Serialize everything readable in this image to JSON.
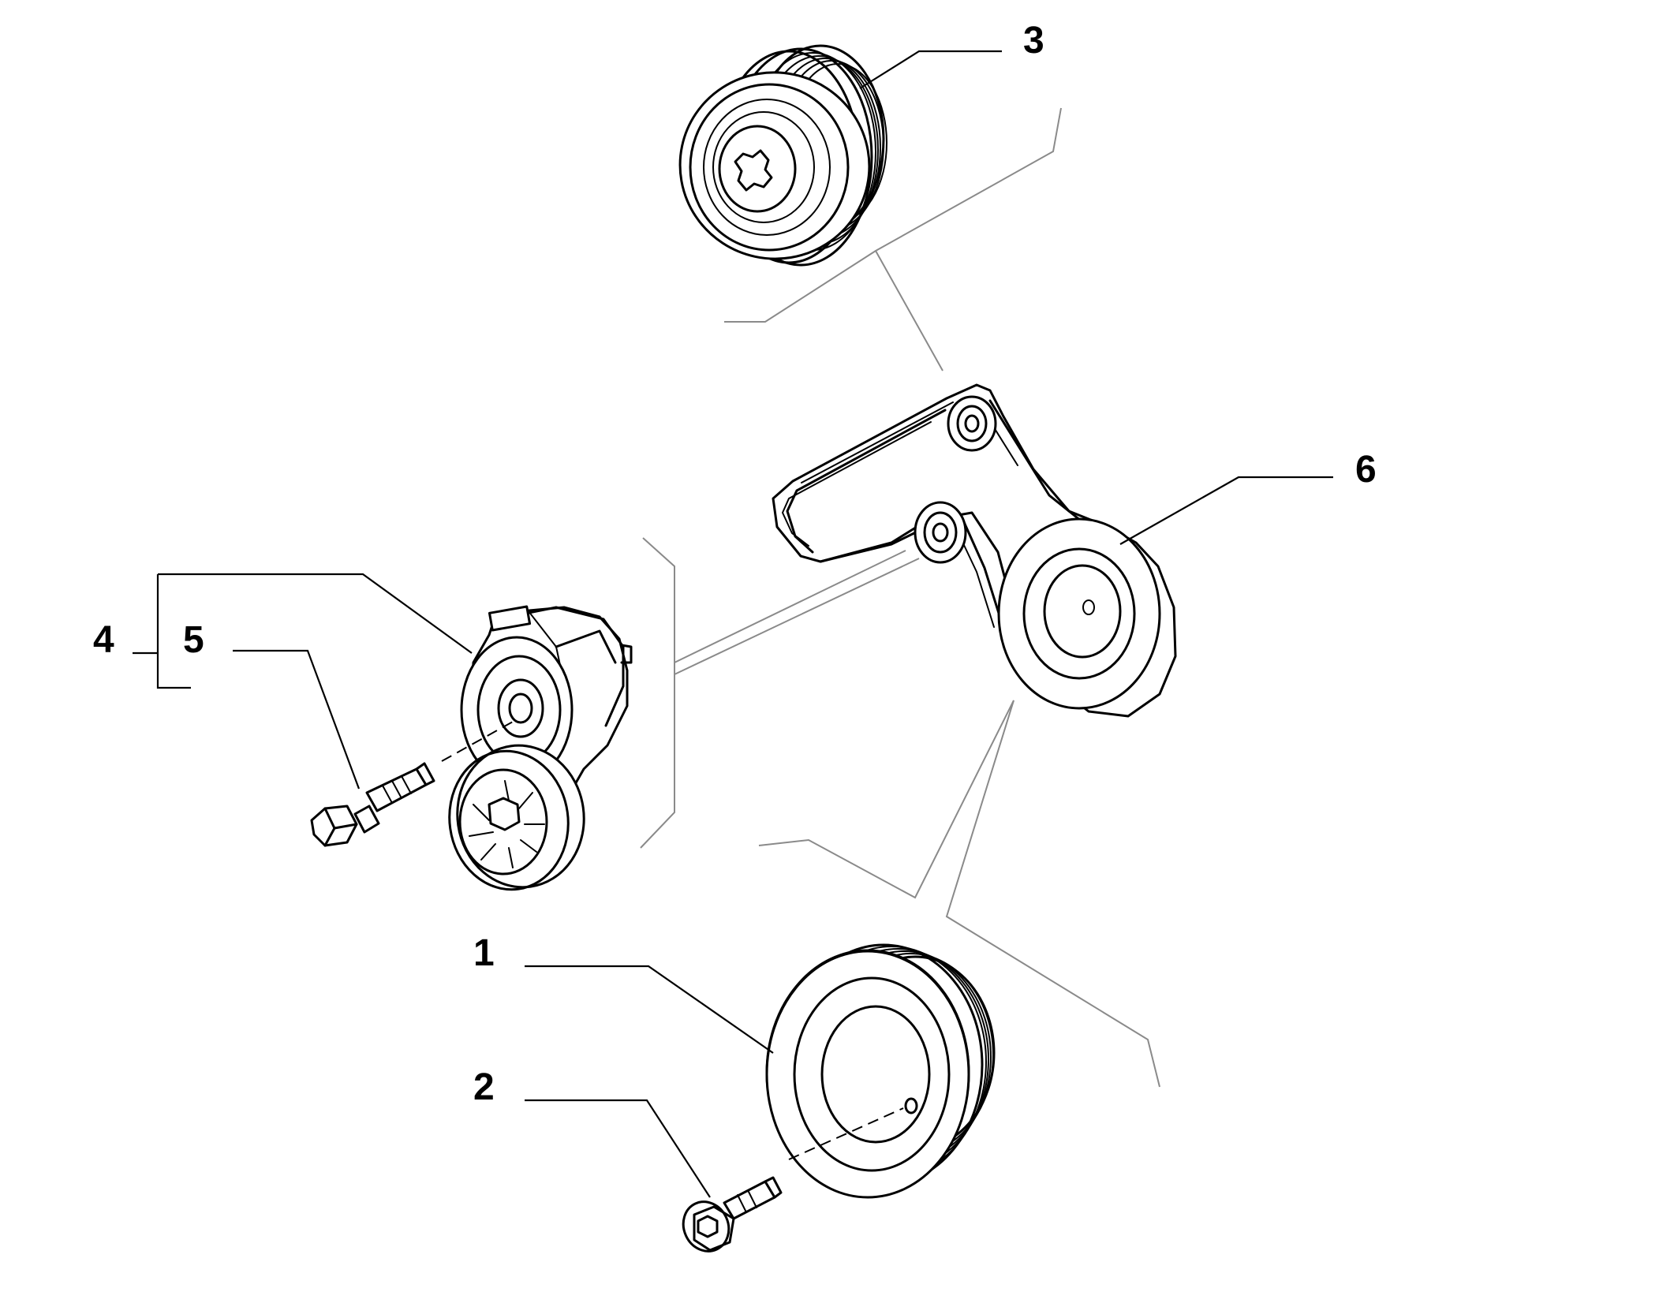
{
  "diagram": {
    "callouts": [
      {
        "id": "1",
        "label": "1"
      },
      {
        "id": "2",
        "label": "2"
      },
      {
        "id": "3",
        "label": "3"
      },
      {
        "id": "4",
        "label": "4"
      },
      {
        "id": "5",
        "label": "5"
      },
      {
        "id": "6",
        "label": "6"
      }
    ]
  },
  "colors": {
    "line": "#000000",
    "guide_line": "#8a8a8a",
    "background": "#ffffff"
  }
}
